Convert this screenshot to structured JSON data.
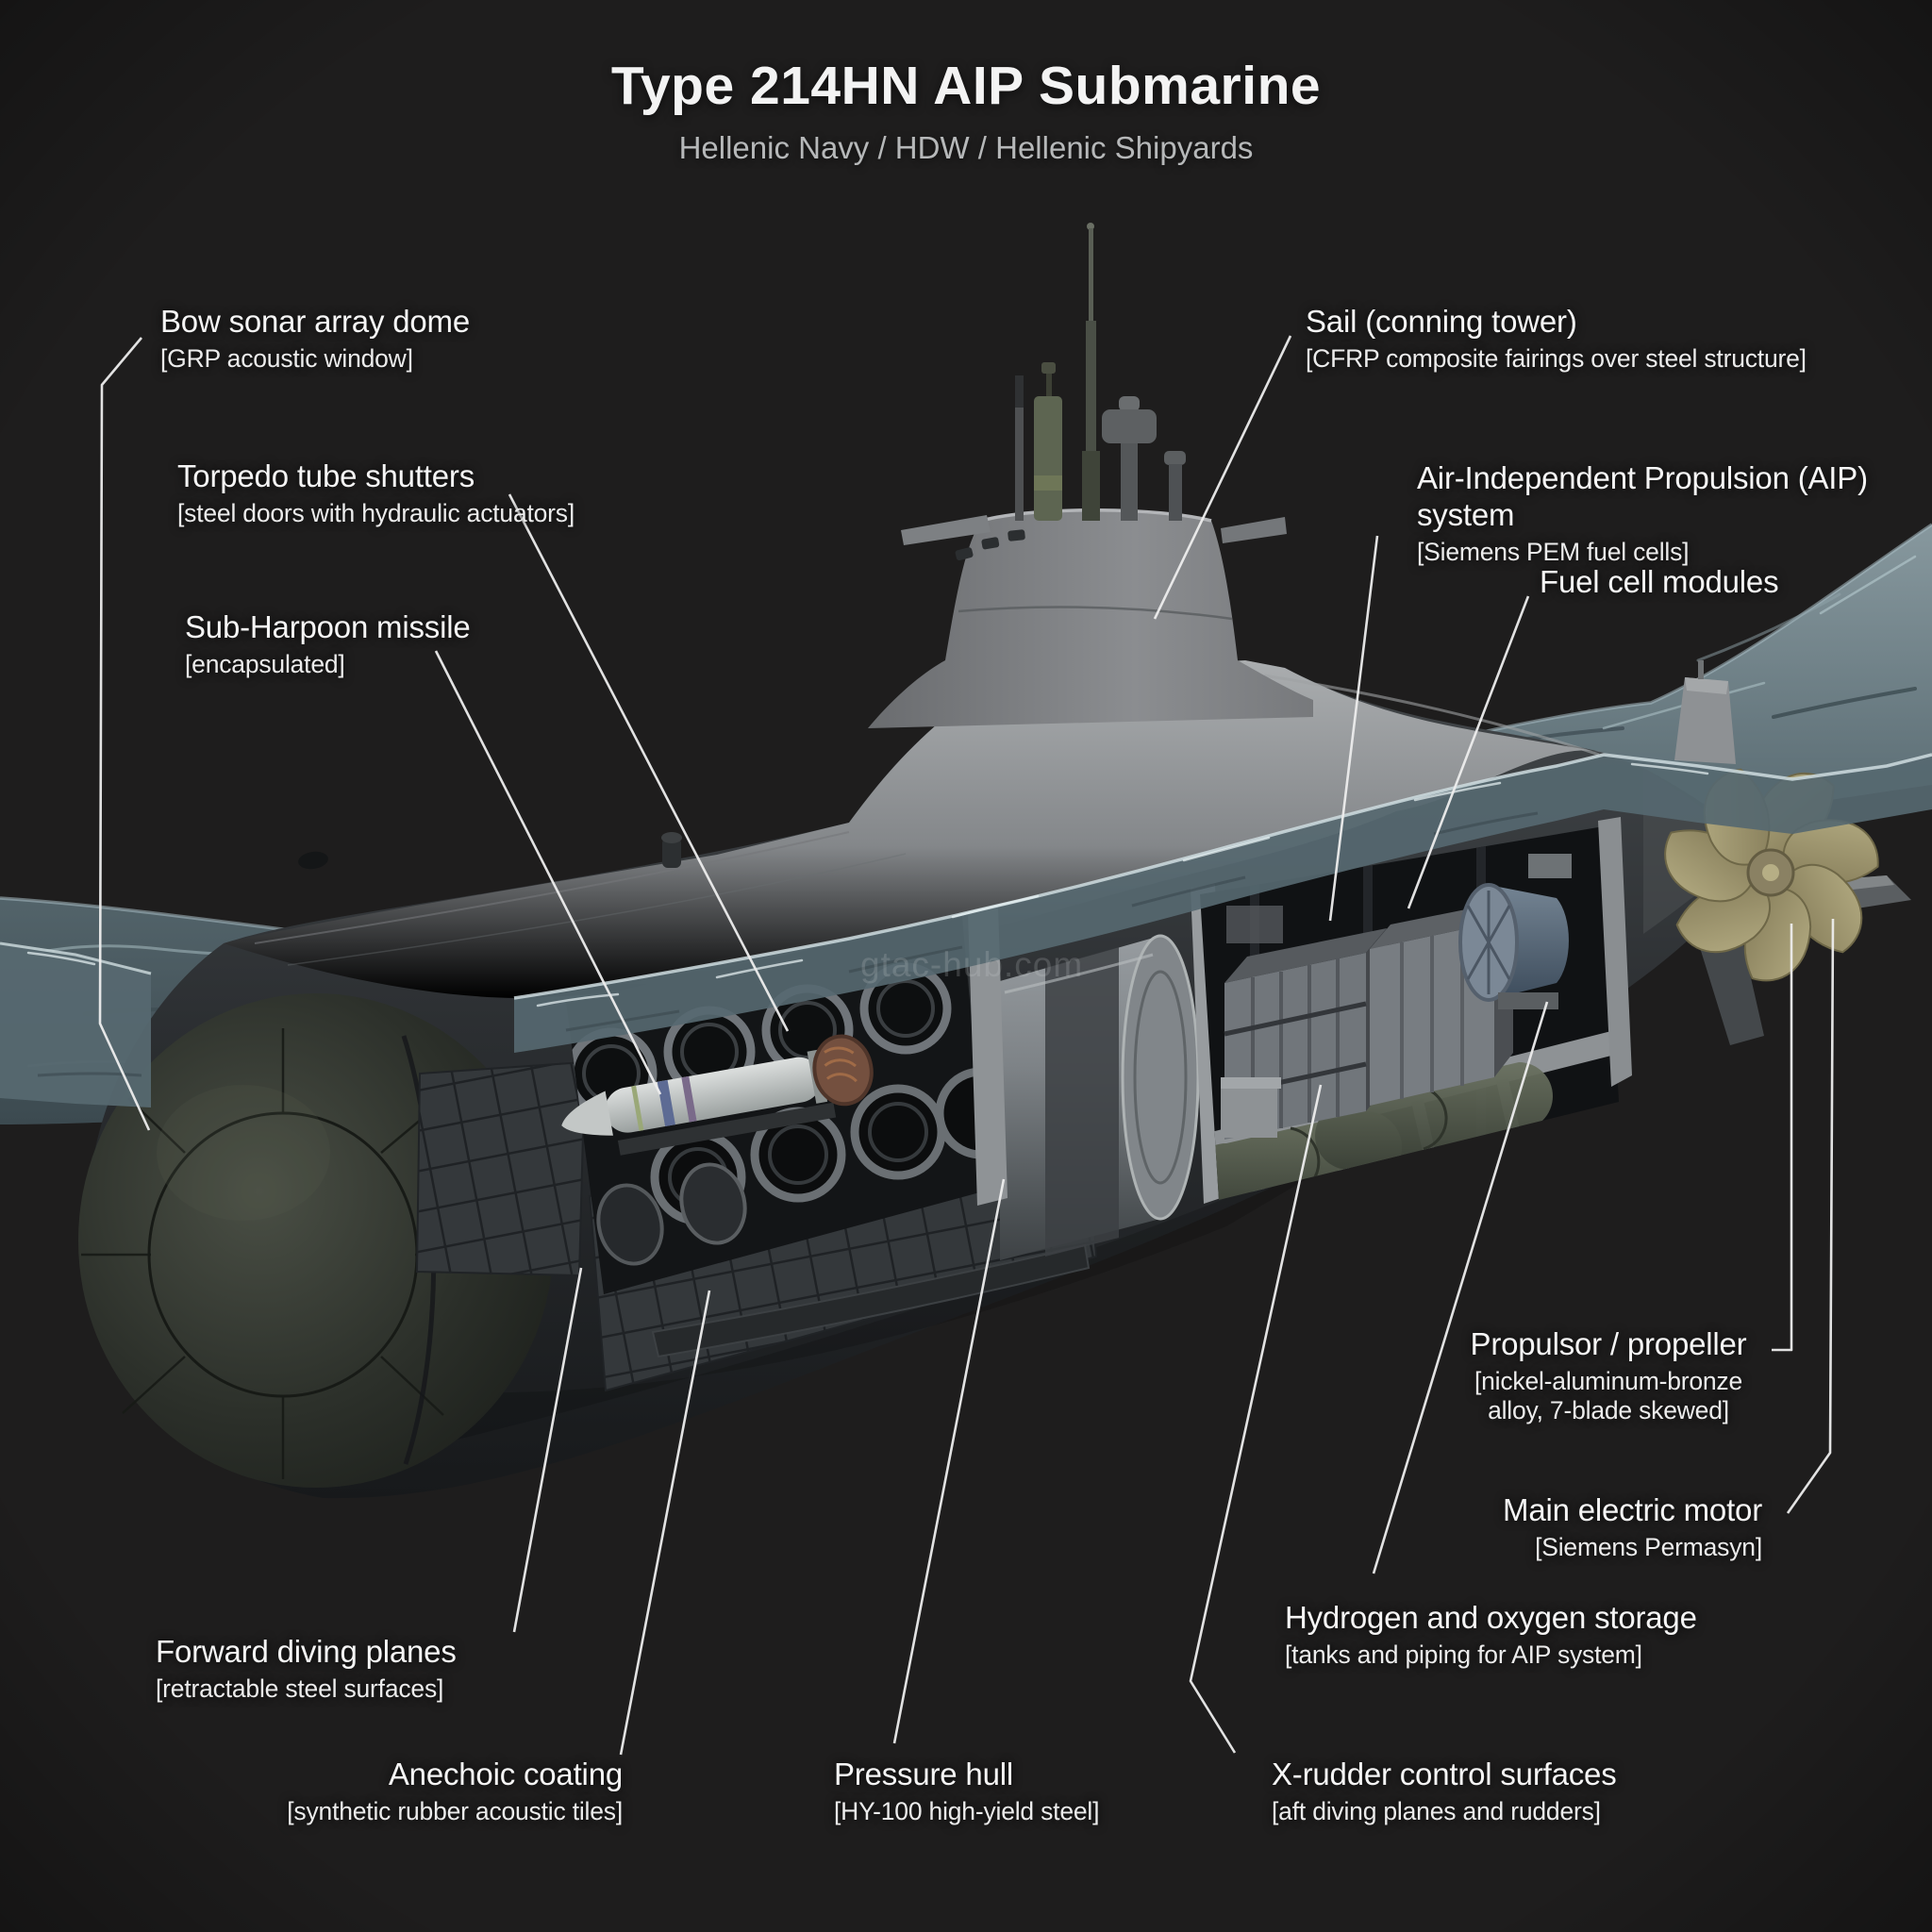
{
  "header": {
    "title": "Type 214HN AIP Submarine",
    "subtitle": "Hellenic Navy / HDW / Hellenic Shipyards"
  },
  "watermark": "gtac-hub.com",
  "labels": {
    "bow_sonar": {
      "name": "Bow sonar array dome",
      "detail": "[GRP acoustic window]"
    },
    "torpedo": {
      "name": "Torpedo tube shutters",
      "detail": "[steel doors with hydraulic actuators]"
    },
    "sub_harpoon": {
      "name": "Sub-Harpoon missile",
      "detail": "[encapsulated]"
    },
    "forward_planes": {
      "name": "Forward diving planes",
      "detail": "[retractable steel surfaces]"
    },
    "anechoic": {
      "name": "Anechoic coating",
      "detail": "[synthetic rubber acoustic tiles]"
    },
    "pressure_hull": {
      "name": "Pressure hull",
      "detail": "[HY-100 high-yield steel]"
    },
    "sail": {
      "name": "Sail (conning tower)",
      "detail": "[CFRP composite fairings over steel structure]"
    },
    "aip": {
      "name": "Air-Independent Propulsion (AIP) system",
      "detail": "[Siemens PEM fuel cells]"
    },
    "fuel_cells": {
      "name": "Fuel cell modules",
      "detail": ""
    },
    "propulsor": {
      "name": "Propulsor / propeller",
      "detail": "[nickel-aluminum-bronze alloy, 7-blade skewed]"
    },
    "motor": {
      "name": "Main electric motor",
      "detail": "[Siemens Permasyn]"
    },
    "hydrogen": {
      "name": "Hydrogen and oxygen storage",
      "detail": "[tanks and piping for AIP system]"
    },
    "x_rudder": {
      "name": "X-rudder control surfaces",
      "detail": "[aft diving planes and rudders]"
    }
  },
  "colors": {
    "background": "#1e1d1d",
    "water": "#5d6f76",
    "hull_dark": "#2b2e31",
    "casing_light": "#8f9294",
    "propeller_bronze": "#a89f74",
    "label_text": "#f5f5f5"
  }
}
